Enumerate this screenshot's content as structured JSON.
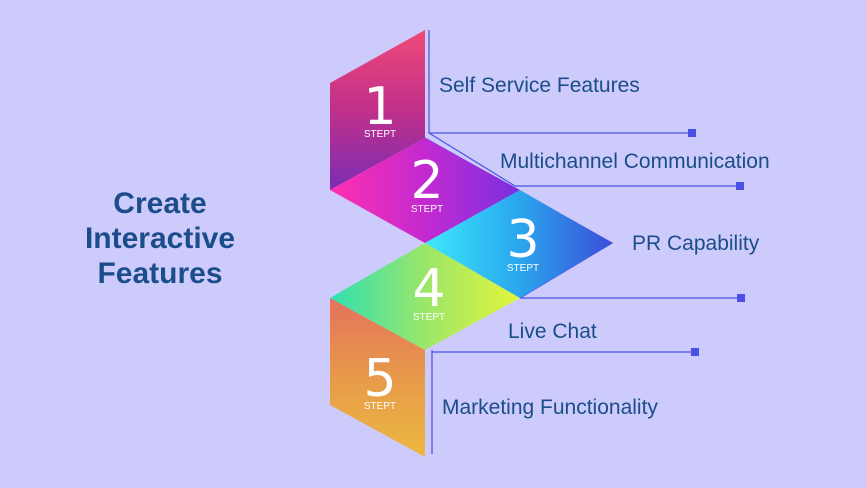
{
  "title": {
    "line1": "Create",
    "line2": "Interactive",
    "line3": "Features"
  },
  "steps": [
    {
      "number": "1",
      "step_label": "STEPT",
      "feature": "Self Service Features"
    },
    {
      "number": "2",
      "step_label": "STEPT",
      "feature": "Multichannel Communication"
    },
    {
      "number": "3",
      "step_label": "STEPT",
      "feature": "PR Capability"
    },
    {
      "number": "4",
      "step_label": "STEPT",
      "feature": "Live Chat"
    },
    {
      "number": "5",
      "step_label": "STEPT",
      "feature": "Marketing Functionality"
    }
  ],
  "colors": {
    "background": "#cdcbfb",
    "text": "#1b4d8a",
    "line": "#4a4fe6"
  }
}
